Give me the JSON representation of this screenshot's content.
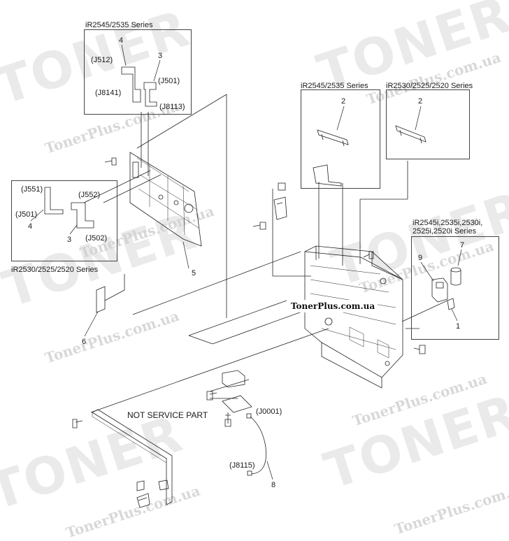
{
  "watermark": {
    "big_text": "TONER",
    "small_text": "TonerPlus.com.ua",
    "site_label": "TonerPlus.com.ua"
  },
  "diagram": {
    "series_labels": {
      "top_left": "iR2545/2535 Series",
      "mid_left": "iR2530/2525/2520 Series",
      "top_mid": "iR2545/2535 Series",
      "top_right": "iR2530/2525/2520 Series",
      "right_line1": "iR2545i,2535i,2530i,",
      "right_line2": "2525i,2520i Series"
    },
    "connectors": {
      "j512": "(J512)",
      "j501_top": "(J501)",
      "j8141": "(J8141)",
      "j8113": "(J8113)",
      "j551": "(J551)",
      "j552": "(J552)",
      "j501_left": "(J501)",
      "j502": "(J502)",
      "j0001": "(J0001)",
      "j8115": "(J8115)"
    },
    "note": "NOT SERVICE PART",
    "callouts": {
      "c4_top": "4",
      "c3_top": "3",
      "c2_mid": "2",
      "c2_right": "2",
      "c4_left": "4",
      "c3_left": "3",
      "c5": "5",
      "c6": "6",
      "c7": "7",
      "c9": "9",
      "c1": "1",
      "c8": "8"
    }
  }
}
